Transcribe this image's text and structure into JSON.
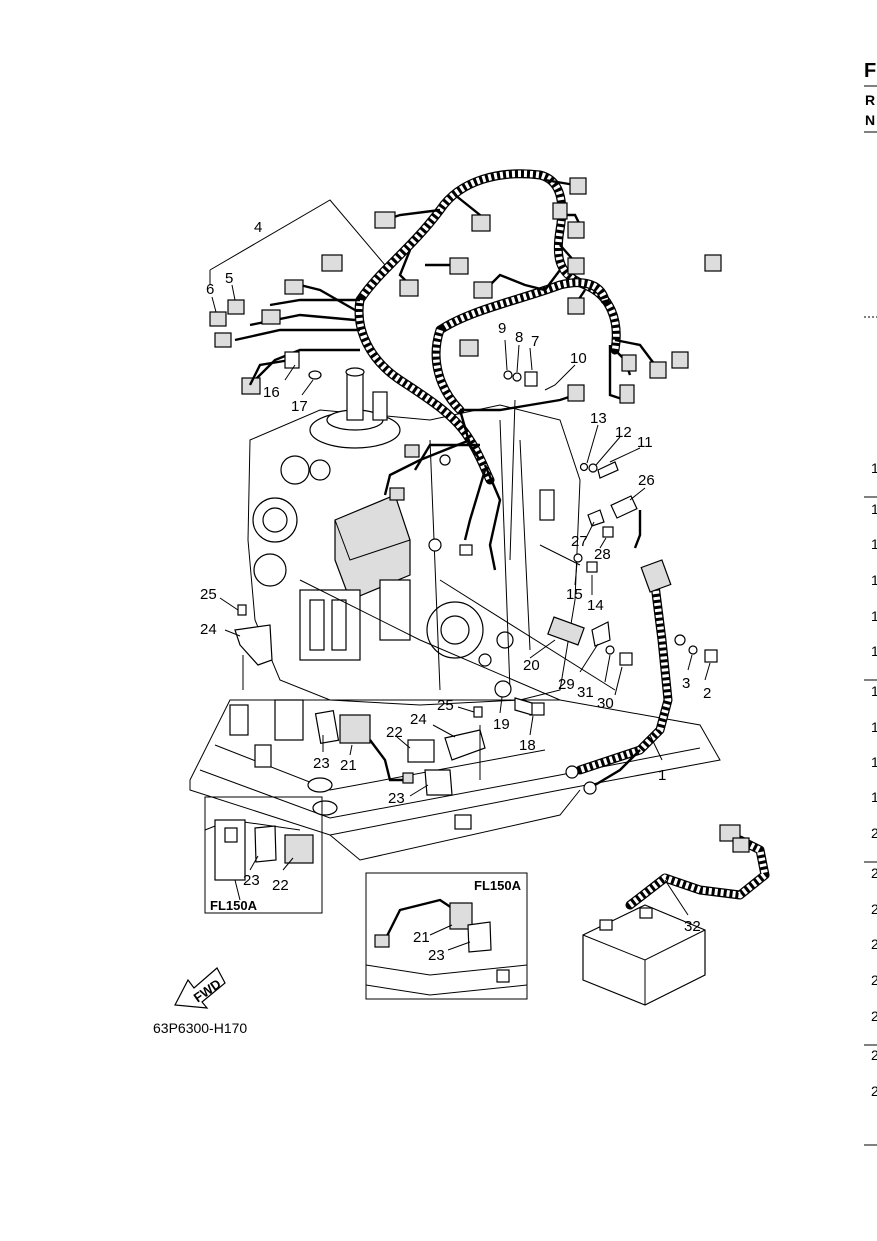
{
  "callouts": [
    {
      "n": "1"
    },
    {
      "n": "2"
    },
    {
      "n": "3"
    },
    {
      "n": "4"
    },
    {
      "n": "5"
    },
    {
      "n": "6"
    },
    {
      "n": "7"
    },
    {
      "n": "8"
    },
    {
      "n": "9"
    },
    {
      "n": "10"
    },
    {
      "n": "11"
    },
    {
      "n": "12"
    },
    {
      "n": "13"
    },
    {
      "n": "14"
    },
    {
      "n": "15"
    },
    {
      "n": "16"
    },
    {
      "n": "17"
    },
    {
      "n": "18"
    },
    {
      "n": "19"
    },
    {
      "n": "20"
    },
    {
      "n": "21"
    },
    {
      "n": "22"
    },
    {
      "n": "23"
    },
    {
      "n": "24"
    },
    {
      "n": "25"
    },
    {
      "n": "26"
    },
    {
      "n": "27"
    },
    {
      "n": "28"
    },
    {
      "n": "29"
    },
    {
      "n": "30"
    },
    {
      "n": "31"
    },
    {
      "n": "32"
    }
  ],
  "insets": {
    "left": {
      "label": "FL150A",
      "callouts": [
        "23",
        "22"
      ]
    },
    "center": {
      "label": "FL150A",
      "callouts": [
        "21",
        "23"
      ]
    }
  },
  "fwd_label": "FWD",
  "drawing_code": "63P6300-H170",
  "right_edge": {
    "header": [
      "F",
      "R",
      "N"
    ],
    "cut_numbers": [
      "1",
      "1",
      "1",
      "1",
      "1",
      "1",
      "1",
      "1",
      "1",
      "1",
      "2",
      "2",
      "2",
      "2",
      "2",
      "2",
      "2",
      "2"
    ]
  }
}
